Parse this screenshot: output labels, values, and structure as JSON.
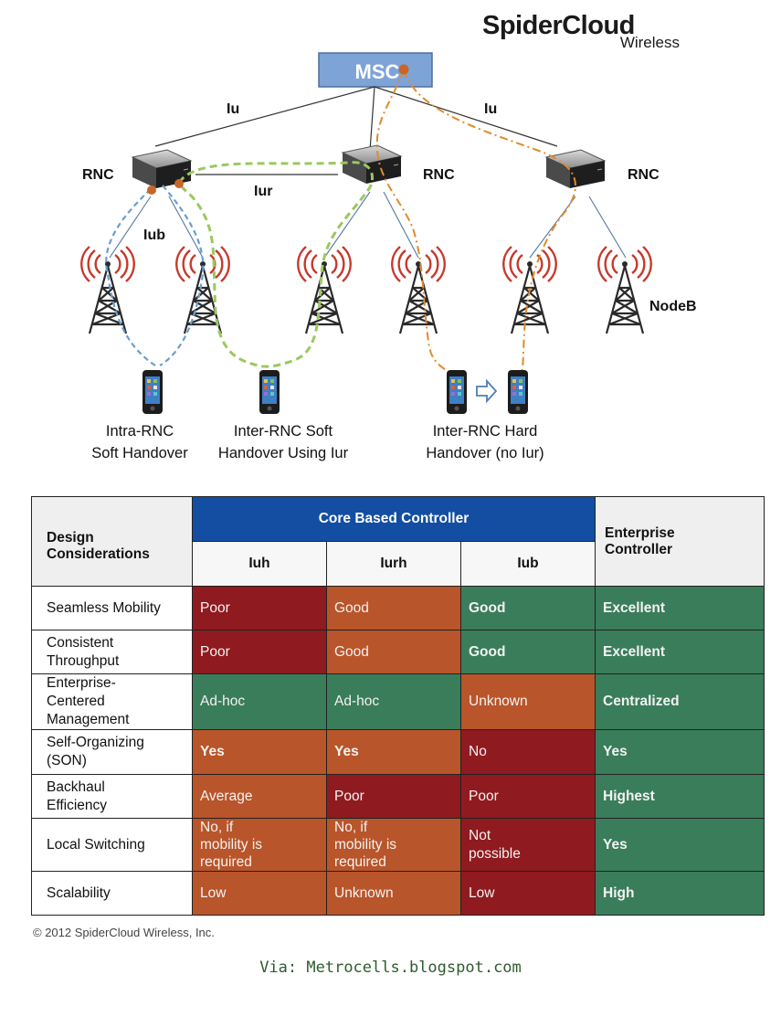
{
  "logo": {
    "brand": "SpiderCloud",
    "sub": "Wireless"
  },
  "diagram": {
    "msc_label": "MSC",
    "iu_left": "Iu",
    "iu_right": "Iu",
    "iur_label": "Iur",
    "iub_label": "Iub",
    "rnc_labels": [
      "RNC",
      "RNC",
      "RNC"
    ],
    "nodeb_label": "NodeB",
    "captions": [
      {
        "line1": "Intra-RNC",
        "line2": "Soft Handover"
      },
      {
        "line1": "Inter-RNC Soft",
        "line2": "Handover Using Iur"
      },
      {
        "line1": "Inter-RNC Hard",
        "line2": "Handover (no Iur)"
      }
    ],
    "colors": {
      "blue_dash": "#6a9ed0",
      "green_dash": "#9bc860",
      "orange_dash": "#e08a2c",
      "msc_box": "#7ea3d6",
      "signal": "#c63a2c"
    }
  },
  "table": {
    "design_header": "Design Considerations",
    "core_header": "Core Based Controller",
    "enterprise_header": "Enterprise Controller",
    "sub_headers": [
      "Iuh",
      "Iurh",
      "Iub"
    ],
    "rows": [
      {
        "label": "Seamless Mobility",
        "cells": [
          "Poor",
          "Good",
          "Good",
          "Excellent"
        ]
      },
      {
        "label": "Consistent Throughput",
        "cells": [
          "Poor",
          "Good",
          "Good",
          "Excellent"
        ]
      },
      {
        "label": "Enterprise-Centered Management",
        "cells": [
          "Ad-hoc",
          "Ad-hoc",
          "Unknown",
          "Centralized"
        ]
      },
      {
        "label": "Self-Organizing (SON)",
        "cells": [
          "Yes",
          "Yes",
          "No",
          "Yes"
        ]
      },
      {
        "label": "Backhaul Efficiency",
        "cells": [
          "Average",
          "Poor",
          "Poor",
          "Highest"
        ]
      },
      {
        "label": "Local Switching",
        "cells": [
          "No, if mobility is required",
          "No, if mobility is required",
          "Not possible",
          "Yes"
        ]
      },
      {
        "label": "Scalability",
        "cells": [
          "Low",
          "Unknown",
          "Low",
          "High"
        ]
      }
    ],
    "colors": {
      "header_blue": "#134ea2",
      "red": "#8f1a1f",
      "orange": "#b9552a",
      "green": "#3a7d5a"
    }
  },
  "copyright": "© 2012 SpiderCloud Wireless, Inc.",
  "via": "Via: Metrocells.blogspot.com"
}
